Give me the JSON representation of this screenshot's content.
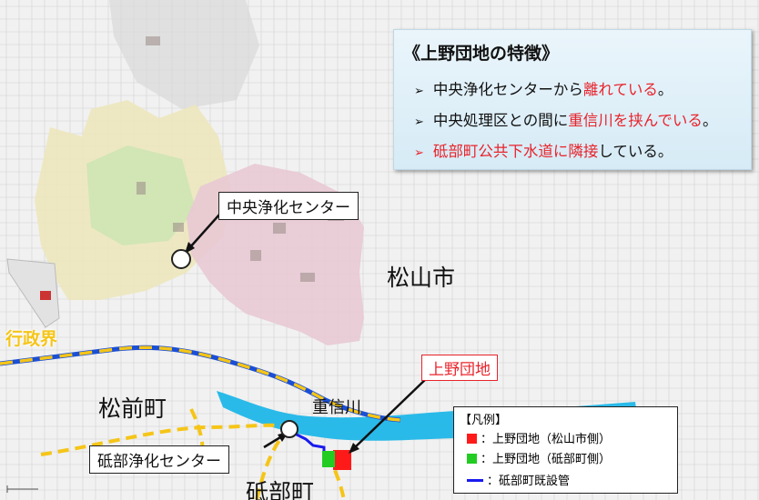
{
  "map": {
    "city_label": "松山市",
    "masaki_label": "松前町",
    "tobe_label": "砥部町",
    "river_label": "重信川",
    "boundary_label": "行政界",
    "central_center_label": "中央浄化センター",
    "tobe_center_label": "砥部浄化センター",
    "ueno_label": "上野団地"
  },
  "panel": {
    "title": "《上野団地の特徴》",
    "items": [
      {
        "bullet": "➢",
        "parts": [
          {
            "text": "中央浄化センターから",
            "red": false
          },
          {
            "text": "離れている",
            "red": true
          },
          {
            "text": "。",
            "red": false
          }
        ]
      },
      {
        "bullet": "➢",
        "parts": [
          {
            "text": "中央処理区との間に",
            "red": false
          },
          {
            "text": "重信川を挟んでいる",
            "red": true
          },
          {
            "text": "。",
            "red": false
          }
        ]
      },
      {
        "bullet": "➢",
        "red_bullet": true,
        "parts": [
          {
            "text": "砥部町公共下水道に隣接",
            "red": true
          },
          {
            "text": "している。",
            "red": false
          }
        ]
      }
    ]
  },
  "legend": {
    "title": "【凡例】",
    "items": [
      {
        "label": "：上野団地（松山市側）",
        "color": "#ff1a1a"
      },
      {
        "label": "：上野団地（砥部町側）",
        "color": "#22cc22"
      },
      {
        "label": "：砥部町既設管",
        "color": "#1a1aee"
      }
    ]
  },
  "colors": {
    "accent_red": "#e8242c",
    "boundary_yellow": "#f5c518",
    "river_blue": "#1fb6e8"
  }
}
